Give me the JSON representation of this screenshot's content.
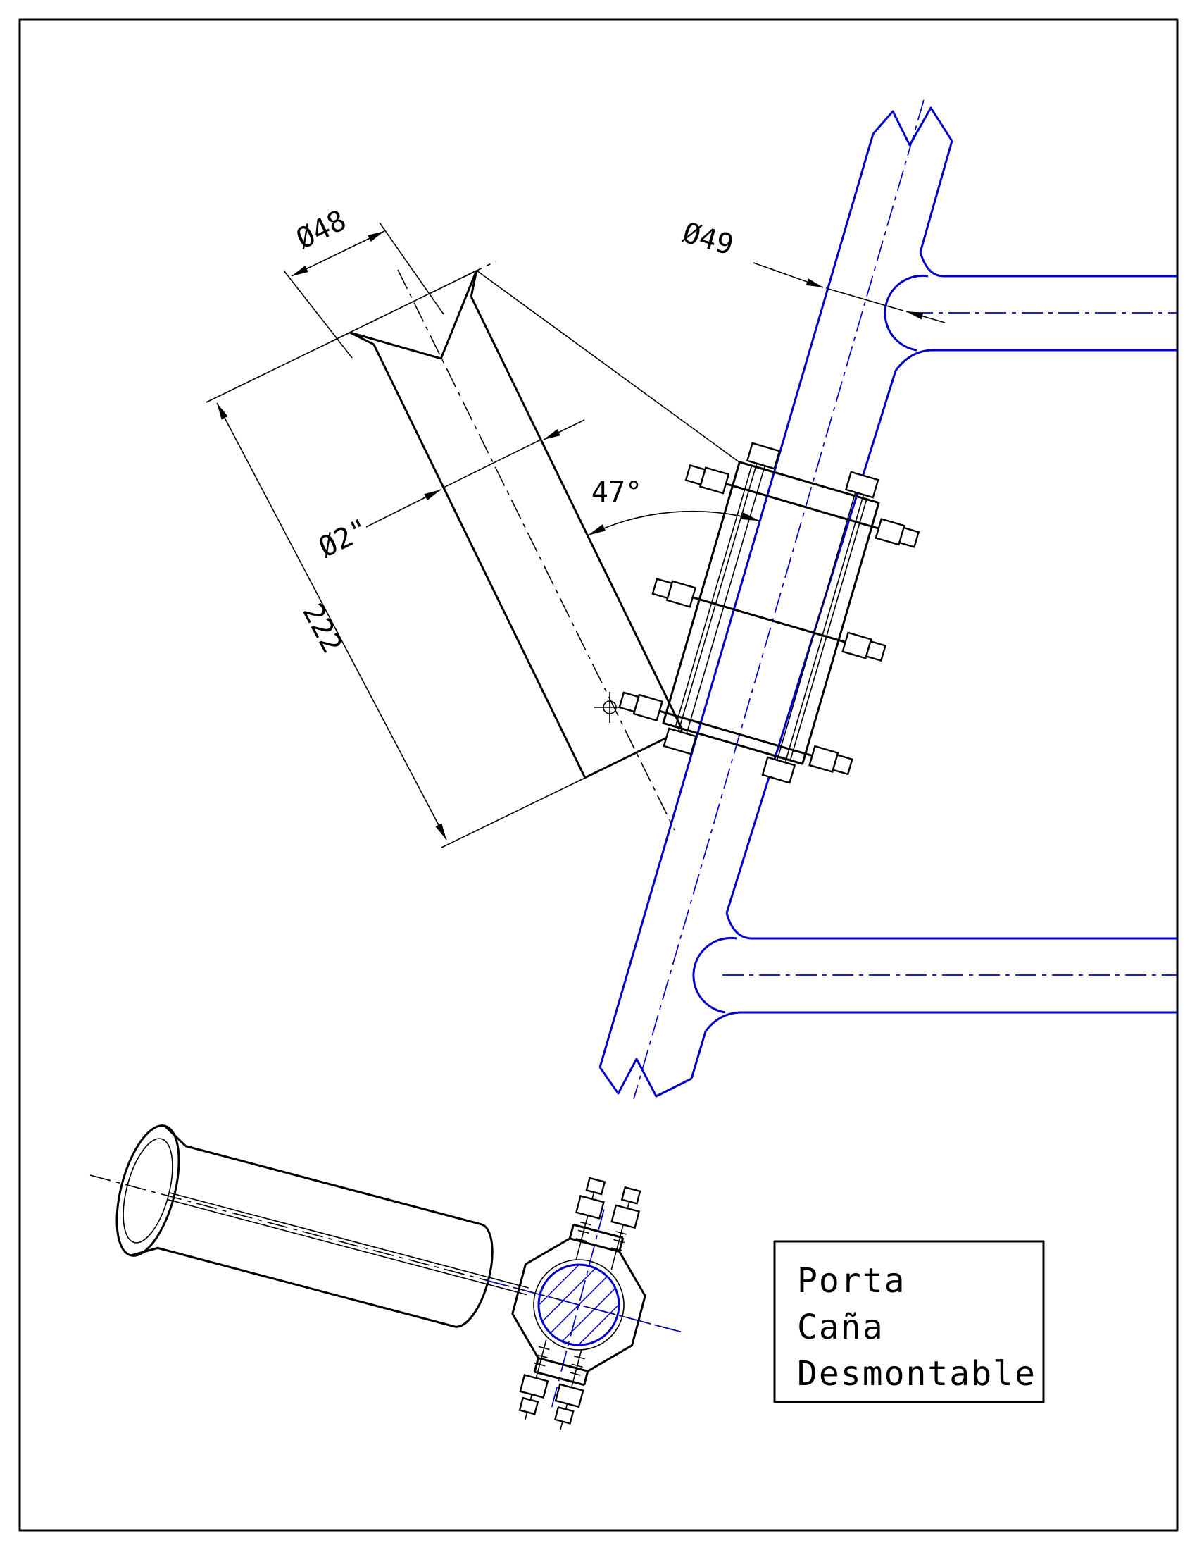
{
  "drawing": {
    "type": "technical-cad-drawing",
    "colors": {
      "part_line": "#000000",
      "rail_tube_blue": "#0000C8",
      "background": "#FFFFFF"
    },
    "dimensions": {
      "opening_diameter": "Ø48",
      "rail_diameter": "Ø49",
      "tube_diameter": "Ø2\"",
      "tube_length": "222",
      "mount_angle": "47°"
    },
    "title_block": {
      "line1": "Porta",
      "line2": "Caña",
      "line3": "Desmontable"
    }
  }
}
